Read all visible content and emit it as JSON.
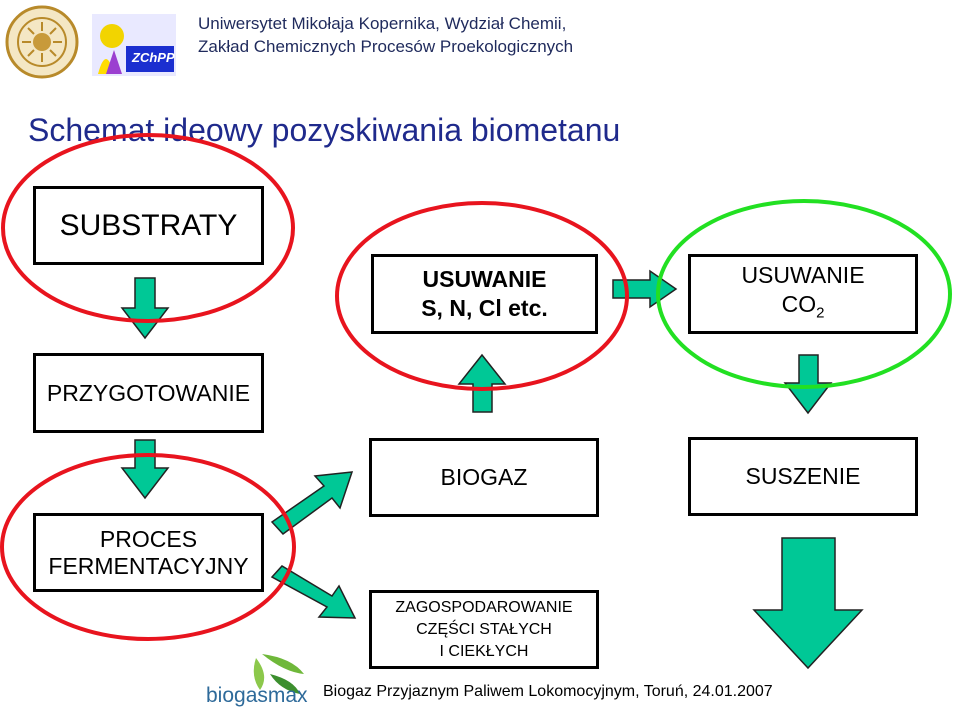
{
  "header": {
    "line1": "Uniwersytet Mikołaja Kopernika, Wydział Chemii,",
    "line2": "Zakład Chemicznych Procesów Proekologicznych",
    "logo_text": "ZChPP"
  },
  "title": "Schemat ideowy pozyskiwania biometanu",
  "boxes": {
    "substraty": "SUBSTRATY",
    "usuwanie_sn": {
      "line1": "USUWANIE",
      "line2": "S, N, Cl etc."
    },
    "usuwanie_co2": {
      "line1": "USUWANIE",
      "line2": "CO",
      "sub": "2"
    },
    "przygotowanie": "PRZYGOTOWANIE",
    "biogaz": "BIOGAZ",
    "suszenie": "SUSZENIE",
    "proces": {
      "line1": "PROCES",
      "line2": "FERMENTACYJNY"
    },
    "zagospodarowanie": {
      "line1": "ZAGOSPODAROWANIE",
      "line2": "CZĘŚCI STAŁYCH",
      "line3": "I CIEKŁYCH"
    }
  },
  "footer": {
    "logo_text": "biogasmax",
    "caption": "Biogaz Przyjaznym Paliwem Lokomocyjnym, Toruń, 24.01.2007"
  },
  "colors": {
    "arrow_fill": "#00c896",
    "highlight_red": "#e8141e",
    "highlight_green": "#22e022",
    "header_text": "#1f2a5c",
    "title_text": "#1f2a8c"
  }
}
